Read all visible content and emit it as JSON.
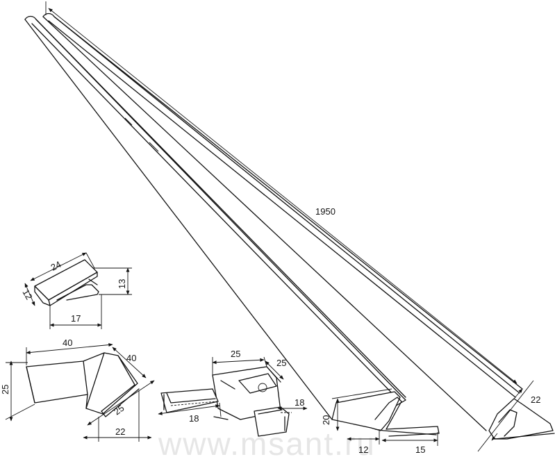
{
  "watermark": "www.msant.ru",
  "dimensions": {
    "profile_length": "1950",
    "profile_height": "20",
    "profile_base": "12",
    "profile_flange": "15",
    "profile_top": "22",
    "endcap_length": "24",
    "endcap_depth": "12",
    "endcap_height": "13",
    "endcap_width": "17",
    "corner_height": "25",
    "corner_length": "40",
    "corner_side": "40",
    "corner_wing": "25",
    "corner_base": "22",
    "connector_top": "25",
    "connector_side": "25",
    "connector_left": "18",
    "connector_right": "18"
  }
}
